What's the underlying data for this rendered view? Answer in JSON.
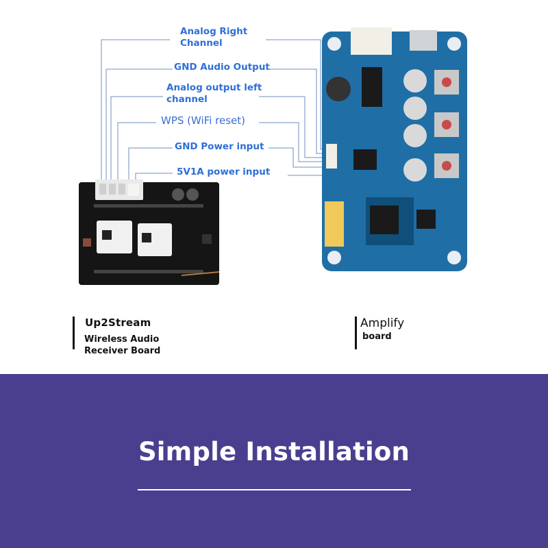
{
  "callouts": {
    "analog_right": "Analog Right\nChannel",
    "gnd_audio": "GND Audio Output",
    "analog_left": "Analog output left\nchannel",
    "wps": "WPS (WiFi reset)",
    "gnd_power": "GND Power input",
    "power_5v": "5V1A power input"
  },
  "left_board": {
    "title": "Up2Stream",
    "subtitle": "Wireless Audio\nReceiver Board"
  },
  "right_board": {
    "title": "Amplify",
    "subtitle": "board"
  },
  "banner": {
    "headline": "Simple Installation"
  },
  "colors": {
    "accent_blue": "#2f6fd6",
    "banner_purple": "#4a3f8e",
    "pcb_blue": "#1f6fa6",
    "pcb_black": "#151515"
  }
}
